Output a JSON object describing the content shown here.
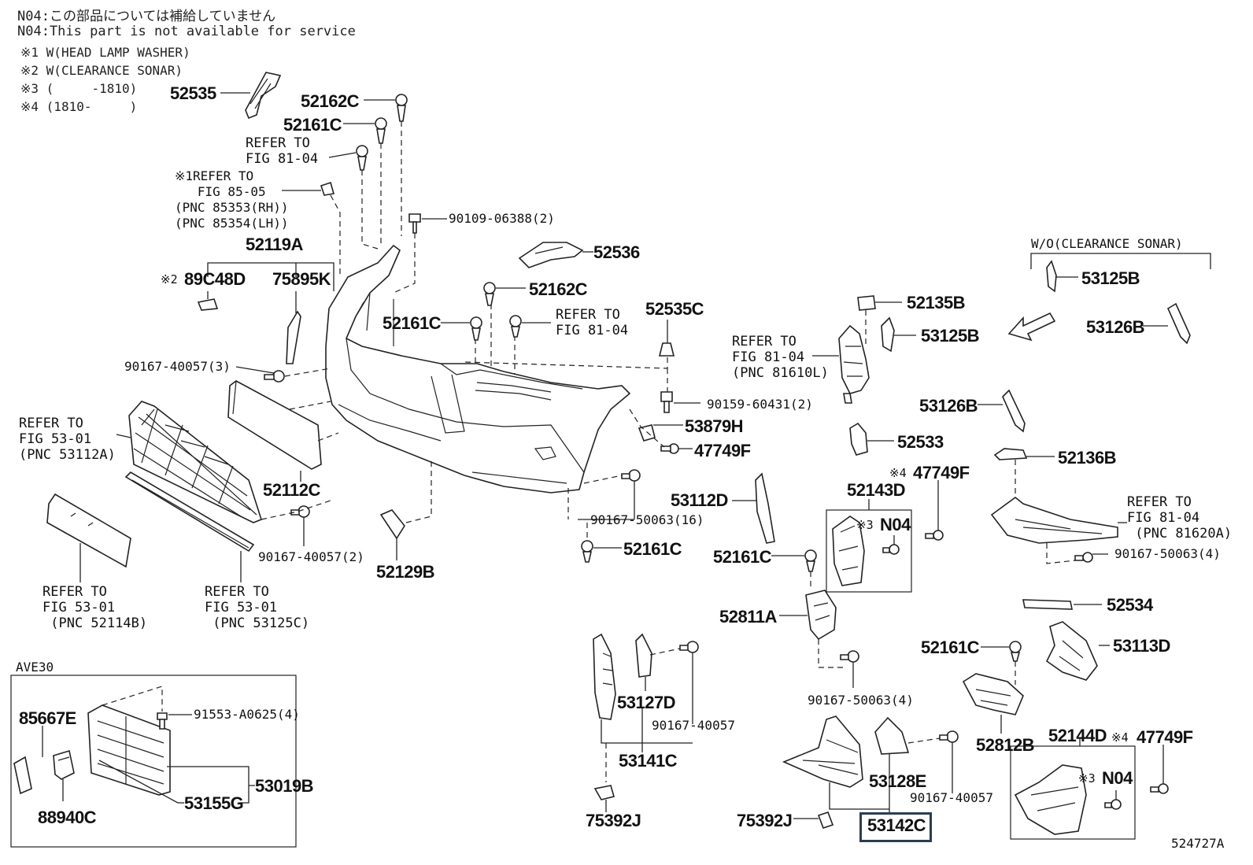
{
  "notes": {
    "n04_jp": "N04:この部品については補給していません",
    "n04_en": "N04:This part is not available for service",
    "cond1": "※1 W(HEAD LAMP WASHER)",
    "cond2": "※2 W(CLEARANCE SONAR)",
    "cond3": "※3 (     -1810)",
    "cond4": "※4 (1810-     )"
  },
  "section_labels": {
    "wo_sonar": "W/O(CLEARANCE SONAR)",
    "ave30": "AVE30",
    "figure_id": "524727A"
  },
  "parts": {
    "p52535": "52535",
    "p52162C_a": "52162C",
    "p52161C_a": "52161C",
    "p90109": "90109-06388(2)",
    "p52536": "52536",
    "p52119A": "52119A",
    "p89C48D": "89C48D",
    "p89C48D_mark": "※2",
    "p75895K": "75895K",
    "p52162C_b": "52162C",
    "p52161C_b": "52161C",
    "p52535C": "52535C",
    "p90167_40057_3": "90167-40057(3)",
    "p90159": "90159-60431(2)",
    "p53879H": "53879H",
    "p47749F_a": "47749F",
    "p52112C": "52112C",
    "p53112D": "53112D",
    "p90167_50063_16": "90167-50063(16)",
    "p52161C_c": "52161C",
    "p90167_40057_2": "90167-40057(2)",
    "p52129B": "52129B",
    "p52161C_d": "52161C",
    "p52811A": "52811A",
    "p90167_50063_4a": "90167-50063(4)",
    "p53127D": "53127D",
    "p90167_40057_a": "90167-40057",
    "p53141C": "53141C",
    "p75392J_a": "75392J",
    "p75392J_b": "75392J",
    "p53128E": "53128E",
    "p90167_40057_b": "90167-40057",
    "p53142C": "53142C",
    "p52135B": "52135B",
    "p53125B_a": "53125B",
    "p53125B_b": "53125B",
    "p53126B_a": "53126B",
    "p53126B_b": "53126B",
    "p52533": "52533",
    "p47749F_b": "47749F",
    "p47749F_b_mark": "※4",
    "p52143D": "52143D",
    "p52136B": "52136B",
    "p90167_50063_4b": "90167-50063(4)",
    "p52534": "52534",
    "p52161C_e": "52161C",
    "p53113D": "53113D",
    "p52812B": "52812B",
    "p52144D": "52144D",
    "p47749F_c": "47749F",
    "p47749F_c_mark": "※4",
    "n04_a": "N04",
    "n04_a_mark": "※3",
    "n04_b": "N04",
    "n04_b_mark": "※3",
    "p85667E": "85667E",
    "p91553": "91553-A0625(4)",
    "p53019B": "53019B",
    "p53155G": "53155G",
    "p88940C": "88940C"
  },
  "refs": {
    "r_81_04_a": "REFER TO\nFIG 81-04",
    "r_85_05": "※1REFER TO\n   FIG 85-05\n(PNC 85353(RH))\n(PNC 85354(LH))",
    "r_81_04_b": "REFER TO\nFIG 81-04",
    "r_53_01_a": "REFER TO\nFIG 53-01\n(PNC 53112A)",
    "r_53_01_b": "REFER TO\nFIG 53-01\n (PNC 52114B)",
    "r_53_01_c": "REFER TO\nFIG 53-01\n (PNC 53125C)",
    "r_81_04_c": "REFER TO\nFIG 81-04\n(PNC 81610L)",
    "r_81_04_d": "REFER TO\nFIG 81-04\n (PNC 81620A)"
  }
}
